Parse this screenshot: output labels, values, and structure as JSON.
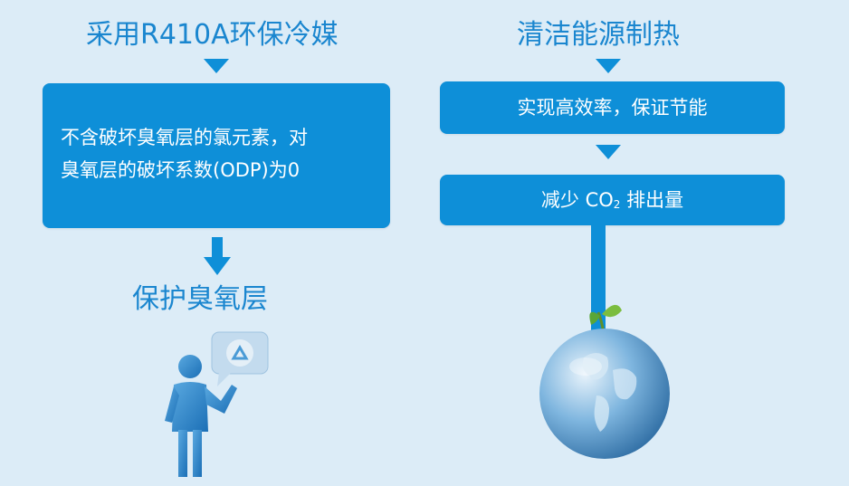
{
  "left": {
    "title": "采用R410A环保冷媒",
    "box_text_line1": "不含破坏臭氧层的氯元素，对",
    "box_text_line2": "臭氧层的破坏系数(ODP)为0",
    "result": "保护臭氧层"
  },
  "right": {
    "title": "清洁能源制热",
    "box1": "实现高效率，保证节能",
    "box2_prefix": "减少 CO",
    "box2_sub": "2",
    "box2_suffix": " 排出量"
  },
  "colors": {
    "background": "#dcecf7",
    "box": "#0e8fd8",
    "title_text": "#1a86cf",
    "box_text": "#ffffff"
  },
  "icons": [
    "person-icon",
    "recycle-icon",
    "globe-icon",
    "sprout-icon"
  ]
}
